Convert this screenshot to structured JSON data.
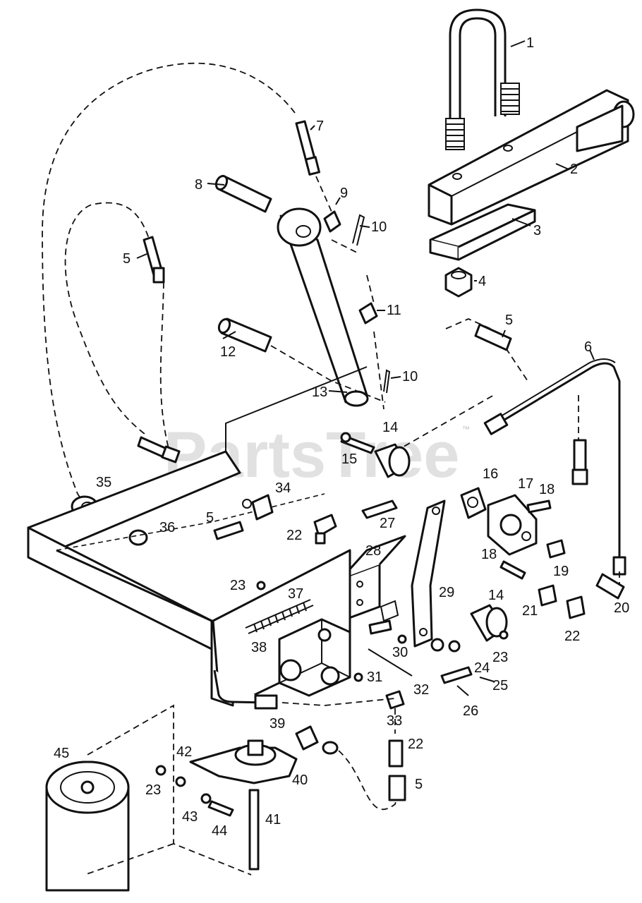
{
  "watermark": {
    "text": "PartsTree",
    "mark": "™"
  },
  "callouts": [
    "1",
    "2",
    "3",
    "4",
    "5",
    "7",
    "8",
    "9",
    "10",
    "5",
    "11",
    "12",
    "13",
    "10",
    "5",
    "6",
    "14",
    "15",
    "35",
    "16",
    "17",
    "18",
    "34",
    "5",
    "36",
    "22",
    "27",
    "28",
    "18",
    "19",
    "23",
    "37",
    "29",
    "14",
    "21",
    "22",
    "20",
    "38",
    "30",
    "23",
    "24",
    "31",
    "32",
    "25",
    "33",
    "26",
    "39",
    "22",
    "40",
    "45",
    "42",
    "23",
    "5",
    "43",
    "44",
    "41"
  ]
}
